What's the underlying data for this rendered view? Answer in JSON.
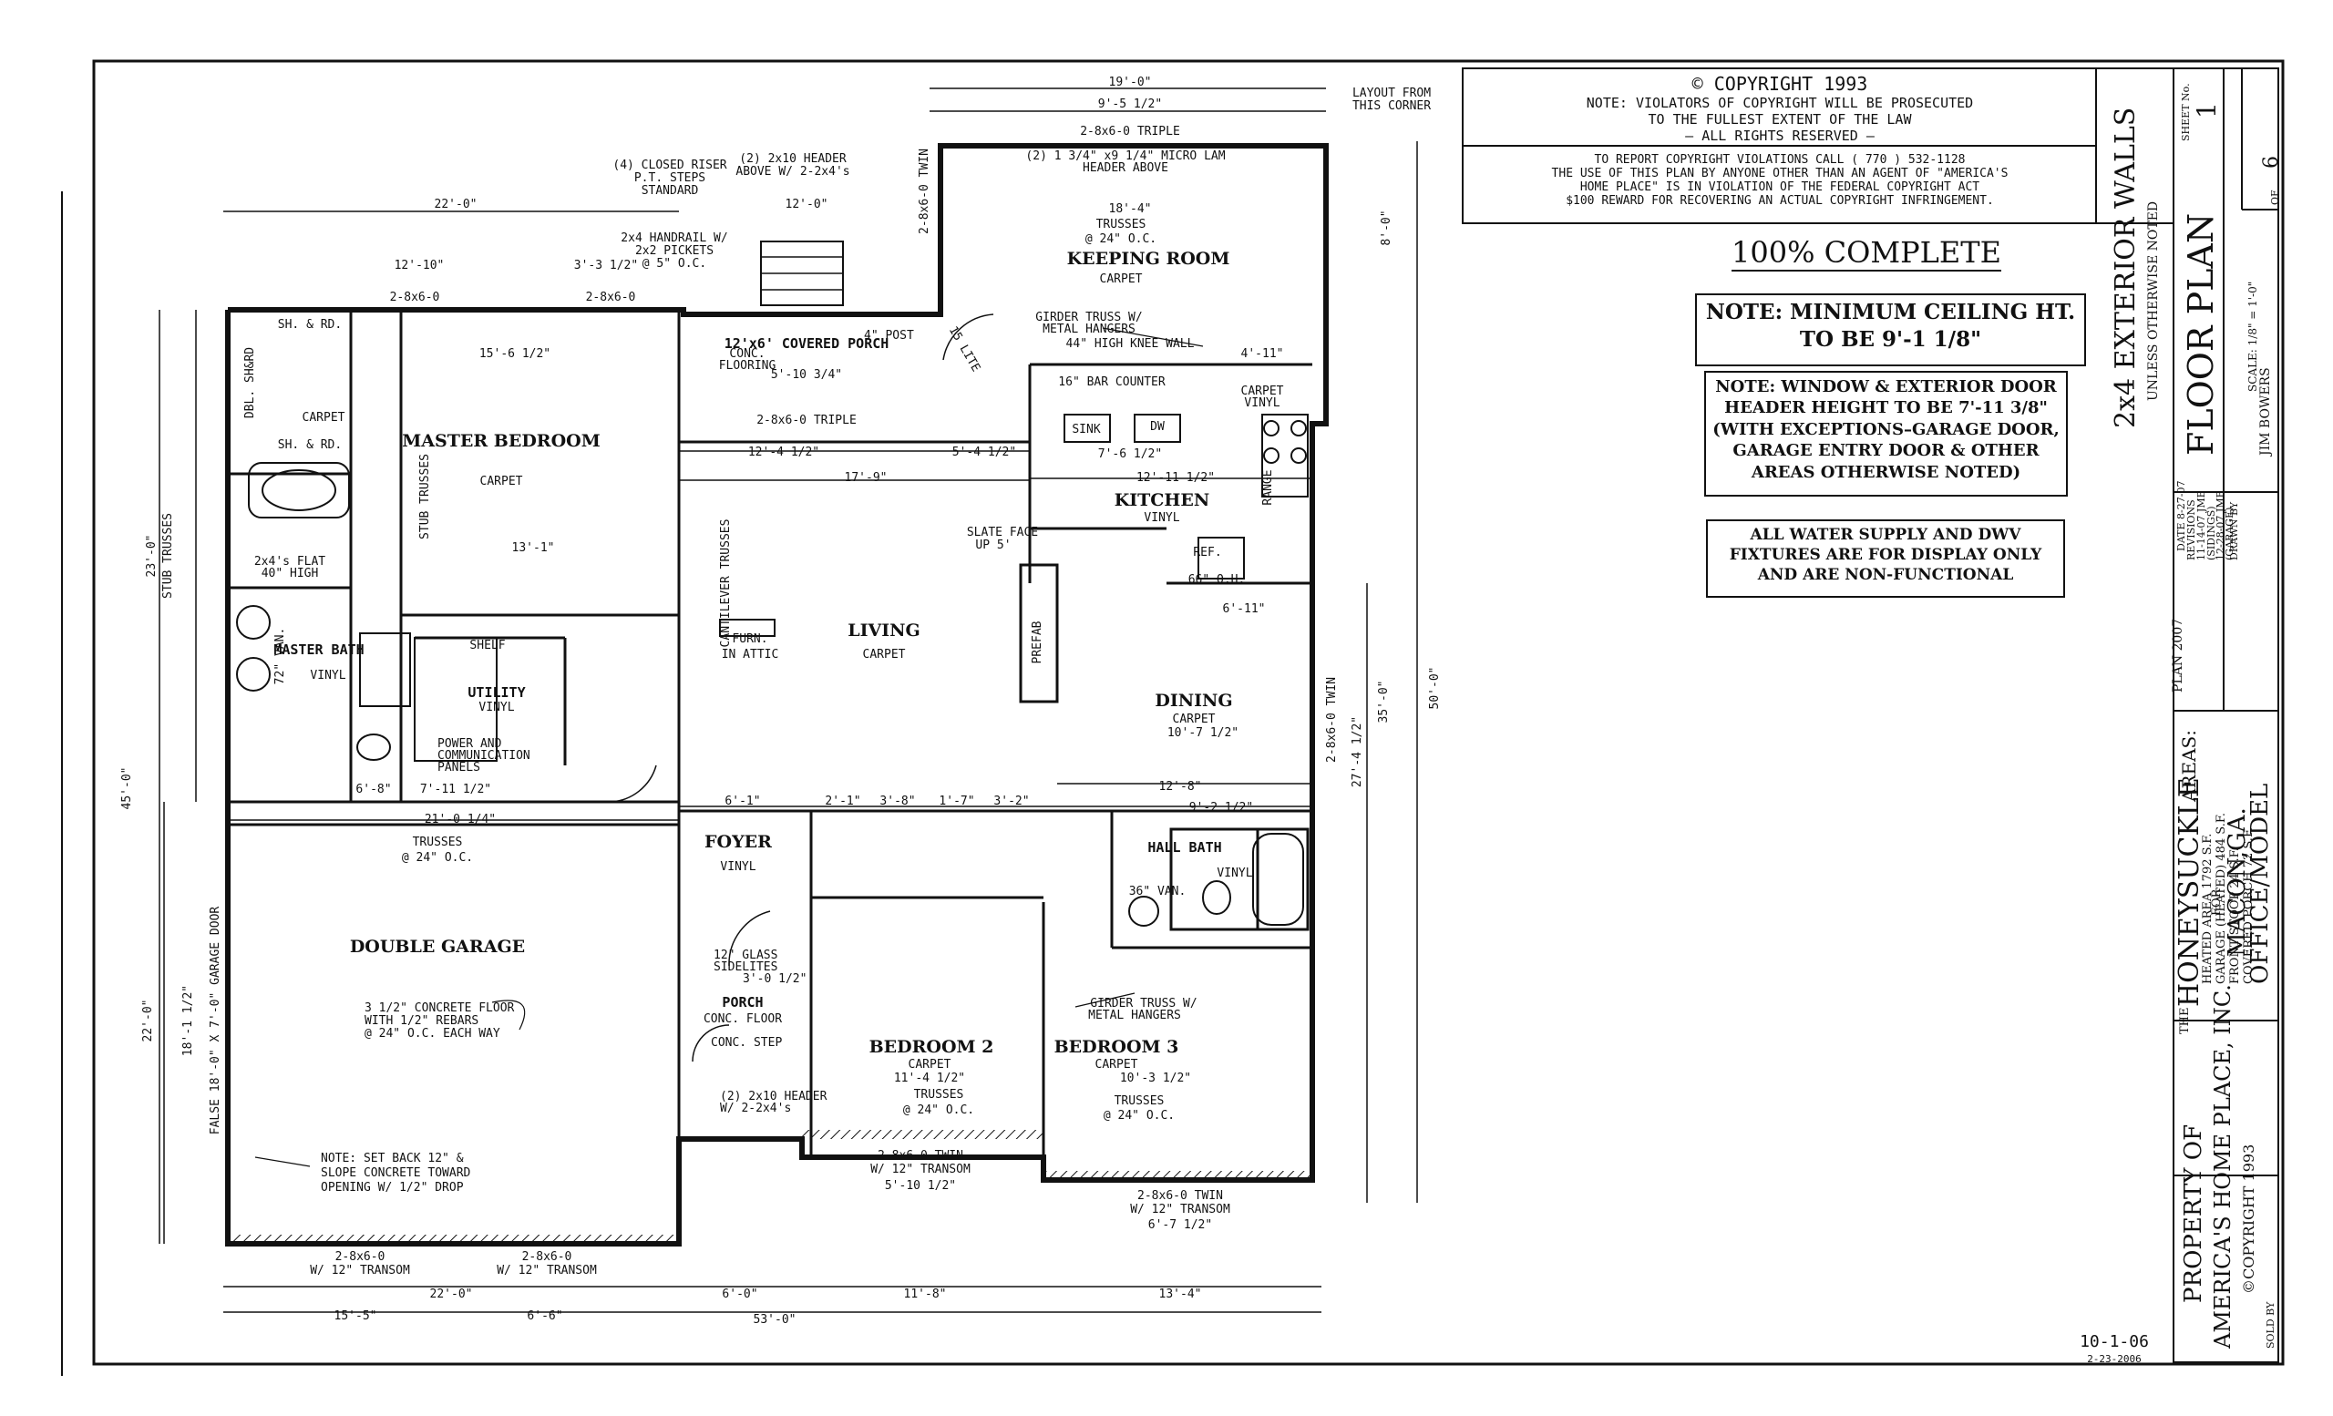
{
  "copyright": {
    "title": "© COPYRIGHT    1993",
    "lines": [
      "NOTE: VIOLATORS OF COPYRIGHT WILL BE PROSECUTED",
      "TO THE FULLEST EXTENT OF THE LAW",
      "– ALL RIGHTS RESERVED –"
    ],
    "report": [
      "TO REPORT COPYRIGHT VIOLATIONS CALL ( 770 ) 532-1128",
      "THE USE OF THIS PLAN BY ANYONE OTHER THAN AN AGENT OF \"AMERICA'S",
      "HOME PLACE\" IS IN VIOLATION OF THE FEDERAL COPYRIGHT ACT",
      "$100 REWARD FOR RECOVERING AN ACTUAL COPYRIGHT INFRINGEMENT."
    ]
  },
  "status": "100% COMPLETE",
  "notes": {
    "ceiling": [
      "NOTE: MINIMUM CEILING HT.",
      "TO BE 9'-1 1/8\""
    ],
    "header": [
      "NOTE: WINDOW & EXTERIOR DOOR",
      "HEADER HEIGHT TO BE 7'-11 3/8\"",
      "(WITH EXCEPTIONS–GARAGE DOOR,",
      "GARAGE ENTRY DOOR & OTHER",
      "AREAS OTHERWISE NOTED)"
    ],
    "fixtures": [
      "ALL WATER SUPPLY AND DWV",
      "FIXTURES ARE FOR DISPLAY ONLY",
      "AND ARE NON-FUNCTIONAL"
    ]
  },
  "title_block": {
    "walls": "2x4 EXTERIOR WALLS",
    "walls_sub": "UNLESS OTHERWISE NOTED",
    "sheet_title": "FLOOR PLAN",
    "sheet_no_label": "SHEET No.",
    "sheet_no": "1",
    "sheet_of": "OF",
    "sheet_total": "6",
    "scale": "SCALE: 1/8\" = 1'-0\"",
    "drawn_by_label": "DRAWN BY",
    "drawn_by": "JIM BOWERS",
    "date": "DATE 8-27-07",
    "revisions": [
      "REVISIONS",
      "11-14-07 JMB",
      "(SIDINGS)",
      "12-28-07 JMB",
      "(GARAGE)"
    ],
    "plan": "PLAN 2007",
    "areas_label": "AREAS:",
    "areas": [
      "HEATED AREA     1792 S.F.",
      "GARAGE (HEATED)   484 S.F.",
      "FRONT STOOP        24 S.F.",
      "COVERED PORCH      72 S.F."
    ],
    "the": "THE",
    "name": "HONEYSUCKLE",
    "for": "FOR",
    "location": "MACON,GA.",
    "model": "OFFICE/MODEL",
    "property": [
      "PROPERTY OF",
      "AMERICA'S HOME PLACE, INC.",
      "©COPYRIGHT 1993"
    ],
    "sold_by": "SOLD BY"
  },
  "revision_date": "10-1-06",
  "revision_sub": "2-23-2006",
  "rooms": {
    "master_bedroom": "MASTER BEDROOM",
    "master_bedroom_finish": "CARPET",
    "keeping_room": "KEEPING ROOM",
    "keeping_room_finish": "CARPET",
    "kitchen": "KITCHEN",
    "kitchen_finish": "VINYL",
    "living": "LIVING",
    "living_finish": "CARPET",
    "dining": "DINING",
    "dining_finish": "CARPET",
    "dining_dim": "10'-7 1/2\"",
    "foyer": "FOYER",
    "foyer_finish": "VINYL",
    "hall_bath": "HALL BATH",
    "hall_bath_finish": "VINYL",
    "double_garage": "DOUBLE GARAGE",
    "master_bath": "MASTER BATH",
    "master_bath_finish": "VINYL",
    "utility": "UTILITY",
    "utility_finish": "VINYL",
    "bedroom2": "BEDROOM 2",
    "bedroom2_finish": "CARPET",
    "bedroom2_dim": "11'-4 1/2\"",
    "bedroom3": "BEDROOM 3",
    "bedroom3_finish": "CARPET",
    "bedroom3_dim": "10'-3 1/2\"",
    "porch": "PORCH",
    "porch_finish": "CONC. FLOOR",
    "covered_porch": "12'x6' COVERED PORCH",
    "covered_porch_dim": "5'-10 3/4\""
  },
  "annotations": {
    "trusses": "TRUSSES",
    "oc": "@ 24\" O.C.",
    "concrete": [
      "3 1/2\" CONCRETE FLOOR",
      "WITH 1/2\" REBARS",
      "@ 24\" O.C. EACH WAY"
    ],
    "setback": [
      "NOTE: SET BACK 12\" &",
      "SLOPE CONCRETE TOWARD",
      "OPENING W/ 1/2\" DROP"
    ],
    "closed_riser": [
      "(4) CLOSED RISER",
      "P.T. STEPS",
      "STANDARD"
    ],
    "header_above": [
      "(2) 2x10 HEADER",
      "ABOVE W/ 2-2x4's"
    ],
    "handrail": [
      "2x4 HANDRAIL W/",
      "2x2 PICKETS",
      "@ 5\" O.C."
    ],
    "micro_lam": [
      "(2) 1 3/4\" x9 1/4\" MICRO LAM",
      "HEADER ABOVE"
    ],
    "girder_truss": [
      "GIRDER TRUSS W/",
      "METAL HANGERS"
    ],
    "knee_wall": "44\" HIGH KNEE WALL",
    "bar_counter": "16\" BAR COUNTER",
    "sink": "SINK",
    "dw": "DW",
    "range": "RANGE",
    "ref": "REF.",
    "oh": "66\" O.H.",
    "slate_face": [
      "SLATE FACE",
      "UP 5'"
    ],
    "prefab": "PREFAB",
    "furn": [
      "FURN.",
      "IN ATTIC"
    ],
    "cantilever": "CANTILEVER TRUSSES",
    "power": [
      "POWER AND",
      "COMMUNICATION",
      "PANELS"
    ],
    "shelf": "SHELF",
    "glass": [
      "12\" GLASS",
      "SIDELITES",
      "3'-0 1/2\""
    ],
    "conc_step": "CONC. STEP",
    "layout": [
      "LAYOUT FROM",
      "THIS CORNER"
    ],
    "header_twin": [
      "(2) 2x10 HEADER",
      "W/ 2-2x4's"
    ],
    "vanity36": "36\" VAN.",
    "vanity72": "72\" VAN.",
    "garage_door": "FALSE 18'-0\" X 7'-0\" GARAGE DOOR",
    "stub_trusses": "STUB TRUSSES",
    "flat": [
      "2x4's FLAT",
      "40\" HIGH"
    ],
    "conc_flooring": [
      "CONC.",
      "FLOORING"
    ],
    "post": "4\" POST",
    "lite": "15 LITE",
    "carpet_vinyl": [
      "CARPET",
      "VINYL"
    ],
    "carpet": "CARPET",
    "dbl_shrd": "DBL. SH&RD",
    "shrd": "SH. & RD."
  },
  "dimensions": {
    "d53": "53'-0\"",
    "d22a": "22'-0\"",
    "d6": "6'-0\"",
    "d118": "11'-8\"",
    "d134": "13'-4\"",
    "d19": "19'-0\"",
    "d95": "9'-5 1/2\"",
    "d12": "12'-0\"",
    "d22top": "22'-0\"",
    "d1210": "12'-10\"",
    "d331": "3'-3 1/2\"",
    "d184": "18'-4\"",
    "d1561": "15'-6 1/2\"",
    "d1241": "12'-4 1/2\"",
    "d179": "17'-9\"",
    "d541": "5'-4 1/2\"",
    "d1211": "12'-11 1/2\"",
    "d761": "7'-6 1/2\"",
    "d4": "4'-11\"",
    "d611": "6'-11\"",
    "d128": "12'-8\"",
    "d921": "9'-2 1/2\"",
    "d21": "21'-0 1/4\"",
    "d711": "7'-11 1/2\"",
    "d68": "6'-8\"",
    "d61": "6'-1\"",
    "d38": "3'-8\"",
    "d17": "1'-7\"",
    "d32": "3'-2\"",
    "d21b": "2'-1\"",
    "d50": "50'-0\"",
    "d35": "35'-0\"",
    "d2741": "27'-4 1/2\"",
    "d45": "45'-0\"",
    "d23": "23'-0\"",
    "d22v": "22'-0\"",
    "d181": "18'-1 1/2\"",
    "d1511": "15'-5\"",
    "d66": "6'-6\"",
    "d5101": "5'-10 1/2\"",
    "d671": "6'-7 1/2\"",
    "d8": "8'-0\"",
    "d131": "13'-1\""
  },
  "windows": {
    "w1": "2-8x6-0",
    "w2": "2-8x6-0",
    "w3": [
      "2-8x6-0",
      "W/ 12\" TRANSOM"
    ],
    "w4": [
      "2-8x6-0",
      "W/ 12\" TRANSOM"
    ],
    "w5": [
      "2-8x6-0 TWIN",
      "W/ 12\" TRANSOM"
    ],
    "w6": [
      "2-8x6-0 TWIN",
      "W/ 12\" TRANSOM"
    ],
    "w7": "2-8x6-0 TRIPLE",
    "w8": "2-8x6-0 TRIPLE",
    "w9": "2-8x6-0 TWIN",
    "w10": "2-8x6-0 TWIN"
  }
}
